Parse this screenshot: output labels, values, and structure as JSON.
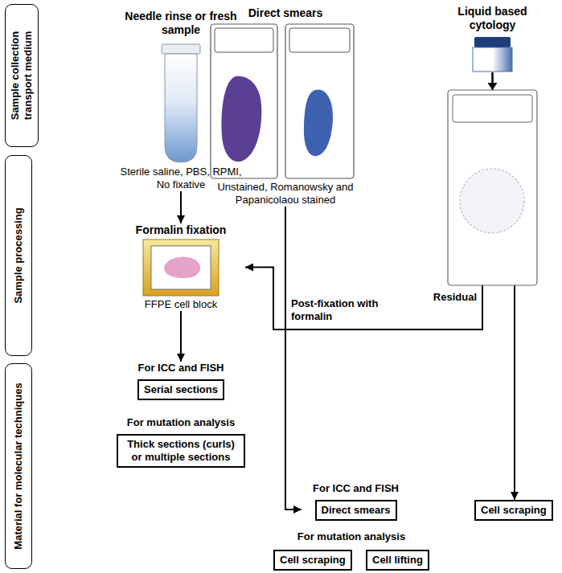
{
  "diagram": {
    "nodes": [
      {
        "text": [
          "Sample collection transport medium"
        ]
      },
      {
        "text": [
          "Sample processing"
        ]
      },
      {
        "text": [
          "Material for molecular techniques"
        ]
      },
      {
        "text": [
          "Needle rinse or fresh sample",
          "Sterile saline, PBS, RPMI, No fixative"
        ]
      },
      {
        "text": [
          "Direct smears",
          "Unstained, Romanowsky and Papanicolaou stained"
        ]
      },
      {
        "text": [
          "Liquid based cytology"
        ]
      },
      {
        "text": [
          "Formalin fixation",
          "FFPE cell block"
        ]
      },
      {
        "text": [
          "For ICC and FISH",
          "Serial sections"
        ]
      },
      {
        "text": [
          "For mutation analysis",
          "Thick sections (curls) or multiple sections"
        ]
      },
      {
        "text": [
          "For ICC and FISH",
          "Direct smears"
        ]
      },
      {
        "text": [
          "Cell scraping"
        ]
      },
      {
        "text": [
          "Cell lifting"
        ]
      },
      {
        "text": [
          "Cell scraping"
        ]
      }
    ],
    "edges": [
      {
        "from": 3,
        "to": 6,
        "arrow": "to"
      },
      {
        "from": 6,
        "to": 7,
        "arrow": "to"
      },
      {
        "from": 4,
        "to": 9,
        "arrow": "to"
      },
      {
        "from": 5,
        "to": 6,
        "arrow": "to",
        "label": "Post-fixation with formalin"
      },
      {
        "from": 5,
        "to": 12,
        "arrow": "to"
      }
    ],
    "labels": [
      "Residual",
      "For mutation analysis"
    ]
  }
}
